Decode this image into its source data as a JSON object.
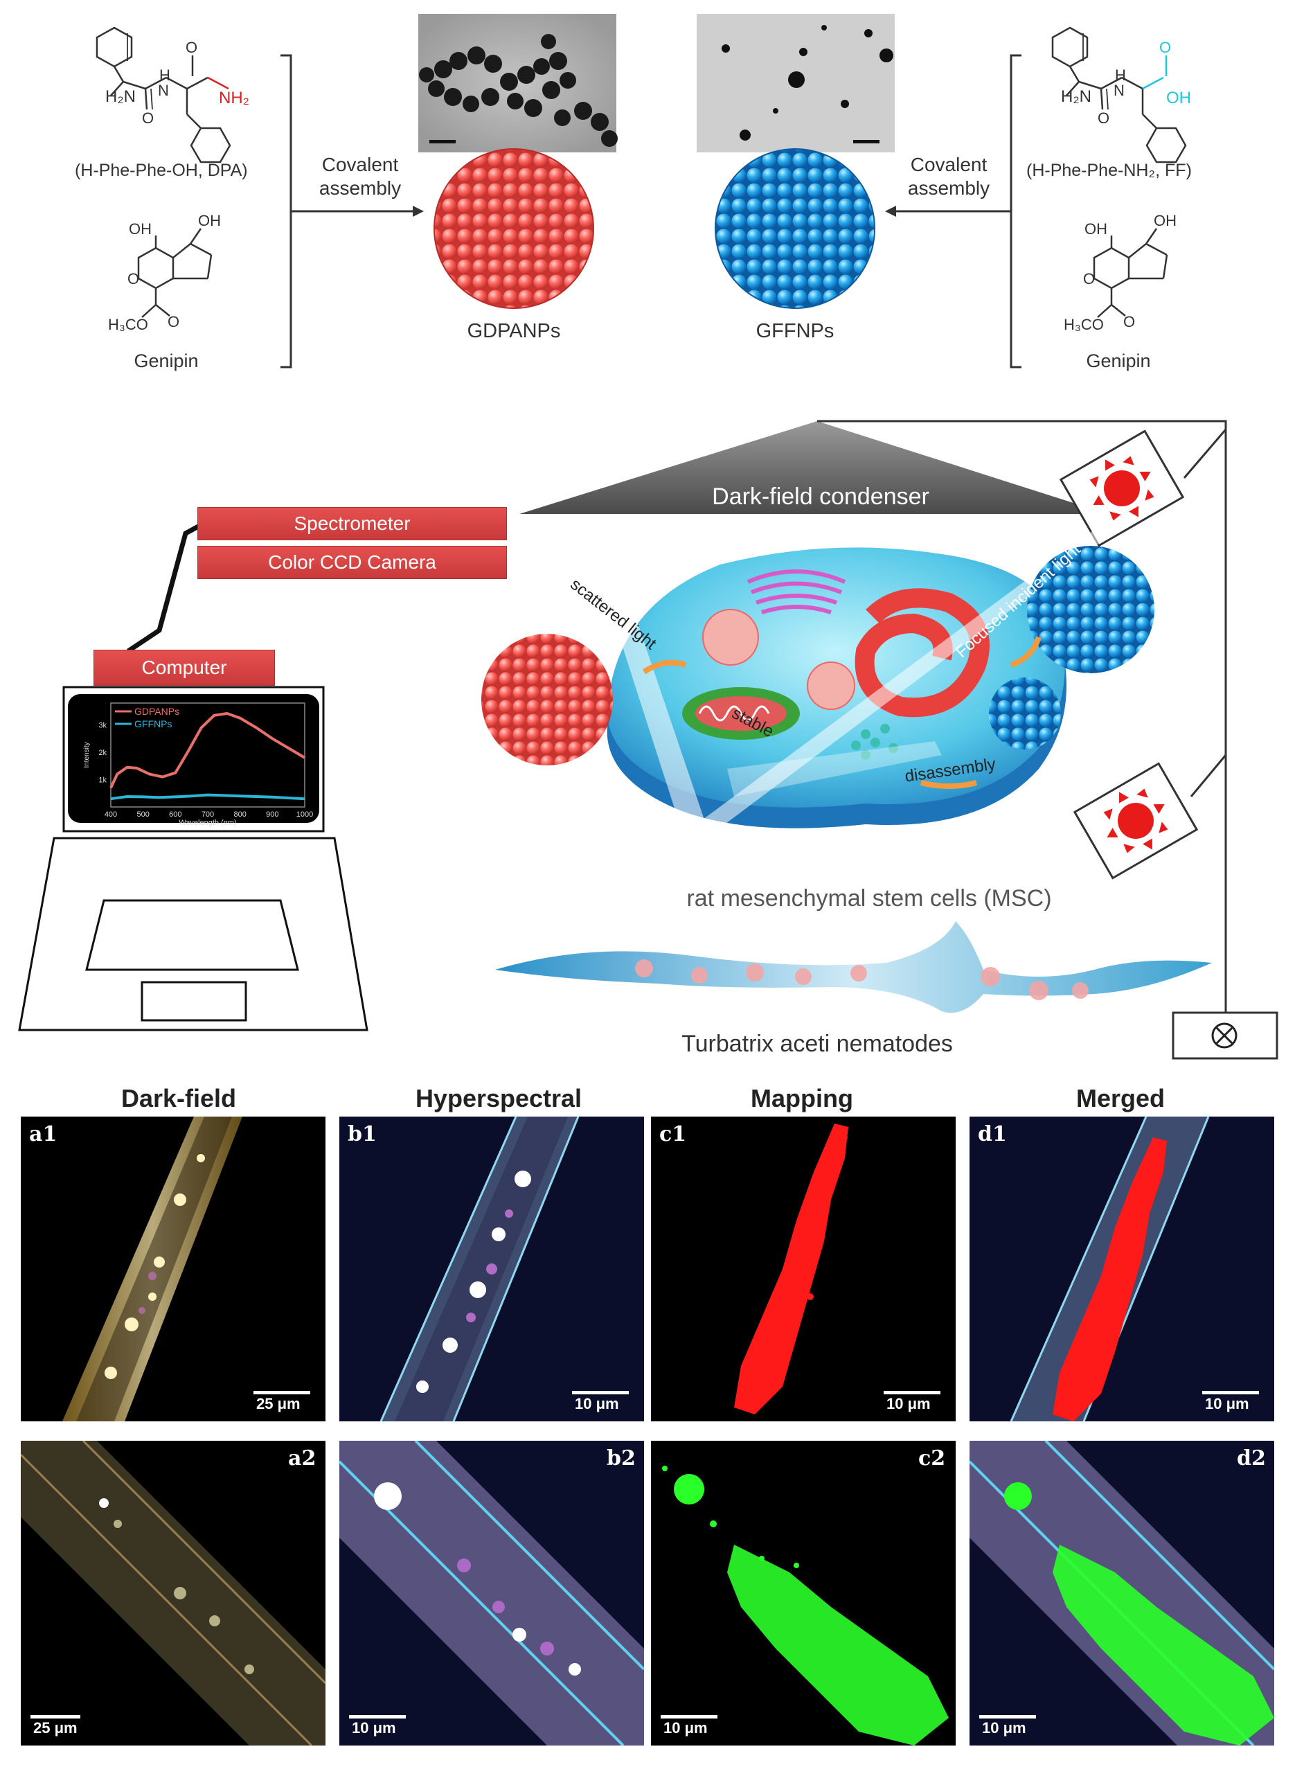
{
  "synthesis": {
    "left_peptide_caption": "(H-Phe-Phe-OH, DPA)",
    "right_peptide_caption": "(H-Phe-Phe-NH₂, FF)",
    "genipin_left": "Genipin",
    "genipin_right": "Genipin",
    "covalent_left_1": "Covalent",
    "covalent_left_2": "assembly",
    "covalent_right_1": "Covalent",
    "covalent_right_2": "assembly",
    "np_left": "GDPANPs",
    "np_right": "GFFNPs",
    "chem": {
      "h2n": "H₂N",
      "n": "N",
      "h": "H",
      "nh2_red": "NH₂",
      "oh_cyan": "OH",
      "o": "O",
      "oh": "OH",
      "h3co": "H₃CO"
    }
  },
  "setup": {
    "spectrometer": "Spectrometer",
    "ccd": "Color CCD Camera",
    "computer": "Computer",
    "condenser": "Dark-field condenser",
    "scattered": "scattered light",
    "focused": "Focused incident light",
    "stable": "stable",
    "disassembly": "disassembly",
    "msc": "rat mesenchymal stem cells (MSC)",
    "nematodes": "Turbatrix aceti nematodes",
    "spectrum": {
      "legend": [
        "GDPANPs",
        "GFFNPs"
      ],
      "ylabel": "Intensity",
      "xlabel": "Wavelength (nm)",
      "xticks": [
        "400",
        "500",
        "600",
        "700",
        "800",
        "900",
        "1000"
      ],
      "yticks": [
        "1k",
        "2k",
        "3k"
      ]
    }
  },
  "chart_data": {
    "type": "line",
    "xlabel": "Wavelength (nm)",
    "ylabel": "Intensity",
    "xlim": [
      400,
      1000
    ],
    "ylim": [
      0,
      3800
    ],
    "series": [
      {
        "name": "GDPANPs",
        "color": "#e8706a",
        "x": [
          400,
          420,
          450,
          480,
          520,
          560,
          600,
          640,
          680,
          720,
          760,
          800,
          850,
          900,
          950,
          1000
        ],
        "y": [
          700,
          1200,
          1450,
          1420,
          1200,
          1100,
          1250,
          2050,
          2900,
          3350,
          3420,
          3250,
          2900,
          2500,
          2150,
          1800
        ]
      },
      {
        "name": "GFFNPs",
        "color": "#2bb6d8",
        "x": [
          400,
          450,
          500,
          550,
          600,
          650,
          700,
          750,
          800,
          850,
          900,
          950,
          1000
        ],
        "y": [
          300,
          380,
          370,
          350,
          370,
          400,
          440,
          420,
          400,
          380,
          360,
          330,
          300
        ]
      }
    ]
  },
  "columns": [
    "Dark-field",
    "Hyperspectral",
    "Mapping",
    "Merged"
  ],
  "row1": [
    {
      "id": "a1",
      "scale": "25 μm"
    },
    {
      "id": "b1",
      "scale": "10 μm"
    },
    {
      "id": "c1",
      "scale": "10 μm"
    },
    {
      "id": "d1",
      "scale": "10 μm"
    }
  ],
  "row2": [
    {
      "id": "a2",
      "scale": "25 μm"
    },
    {
      "id": "b2",
      "scale": "10 μm"
    },
    {
      "id": "c2",
      "scale": "10 μm"
    },
    {
      "id": "d2",
      "scale": "10 μm"
    }
  ],
  "colors": {
    "gdpa": "#e8504f",
    "gff": "#2a9fe0",
    "map_red": "#ff1a1a",
    "map_green": "#2aff2a"
  }
}
